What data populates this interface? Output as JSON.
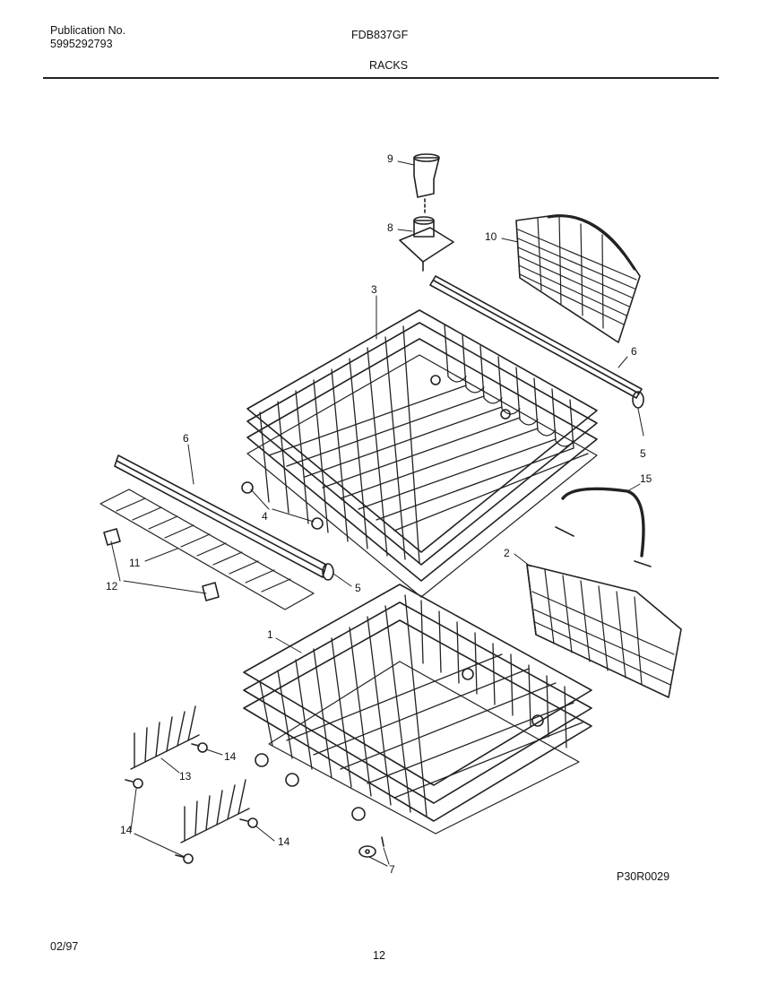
{
  "header": {
    "publication_label": "Publication No.",
    "publication_number": "5995292793",
    "model": "FDB837GF",
    "section_title": "RACKS"
  },
  "diagram": {
    "callouts": [
      "9",
      "8",
      "10",
      "3",
      "6",
      "5",
      "15",
      "6",
      "11",
      "12",
      "4",
      "5",
      "2",
      "1",
      "14",
      "13",
      "14",
      "14",
      "7"
    ],
    "drawing_code": "P30R0029"
  },
  "footer": {
    "date": "02/97",
    "page_number": "12"
  }
}
